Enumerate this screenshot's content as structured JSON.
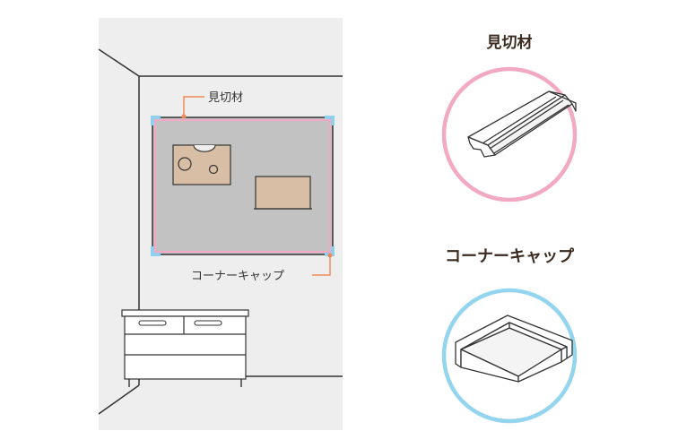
{
  "room": {
    "labels": {
      "trim": "見切材",
      "corner_cap": "コーナーキャップ"
    }
  },
  "details": {
    "trim_title": "見切材",
    "corner_cap_title": "コーナーキャップ"
  },
  "colors": {
    "wall": "#efeeee",
    "board": "#c2c2c2",
    "cork": "#d9bea6",
    "trim_pink": "#f3a8c5",
    "cap_blue": "#8fd0ec",
    "leader_orange": "#f08a5a",
    "line": "#333333",
    "circle_pink": "#f2a9c4",
    "circle_blue": "#93d4ef"
  }
}
